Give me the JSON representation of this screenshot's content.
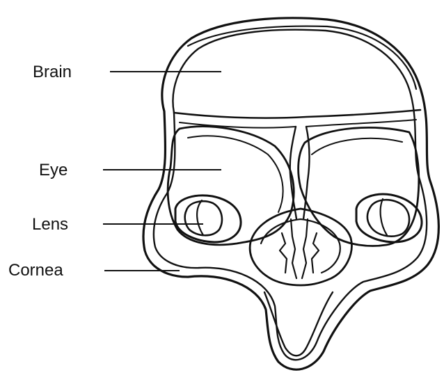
{
  "labels": {
    "brain": "Brain",
    "eye": "Eye",
    "lens": "Lens",
    "cornea": "Cornea"
  },
  "colors": {
    "ink": "#111111",
    "background": "#ffffff"
  }
}
